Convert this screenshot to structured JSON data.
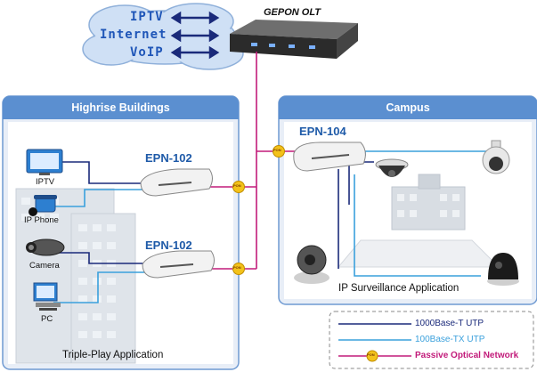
{
  "cloud": {
    "services": [
      "IPTV",
      "Internet",
      "VoIP"
    ]
  },
  "olt": {
    "title": "GEPON OLT"
  },
  "panels": {
    "highrise": {
      "title": "Highrise Buildings",
      "caption": "Triple-Play Application"
    },
    "campus": {
      "title": "Campus",
      "caption": "IP Surveillance Application"
    }
  },
  "devices": {
    "epn_top": "EPN-102",
    "epn_bottom": "EPN-102",
    "epn_campus": "EPN-104"
  },
  "endpoints": {
    "iptv": "IPTV",
    "phone": "IP Phone",
    "camera": "Camera",
    "pc": "PC"
  },
  "pon_badge": "PON",
  "legend": [
    {
      "label": "1000Base-T UTP",
      "color": "#1a2a7a"
    },
    {
      "label": "100Base-TX UTP",
      "color": "#3aa0dc"
    },
    {
      "label": "Passive Optical Network",
      "color": "#c21b7a"
    }
  ],
  "colors": {
    "panel_header": "#5b8fd0",
    "panel_bg": "#e8eef7",
    "cloud": "#cfe0f5"
  }
}
